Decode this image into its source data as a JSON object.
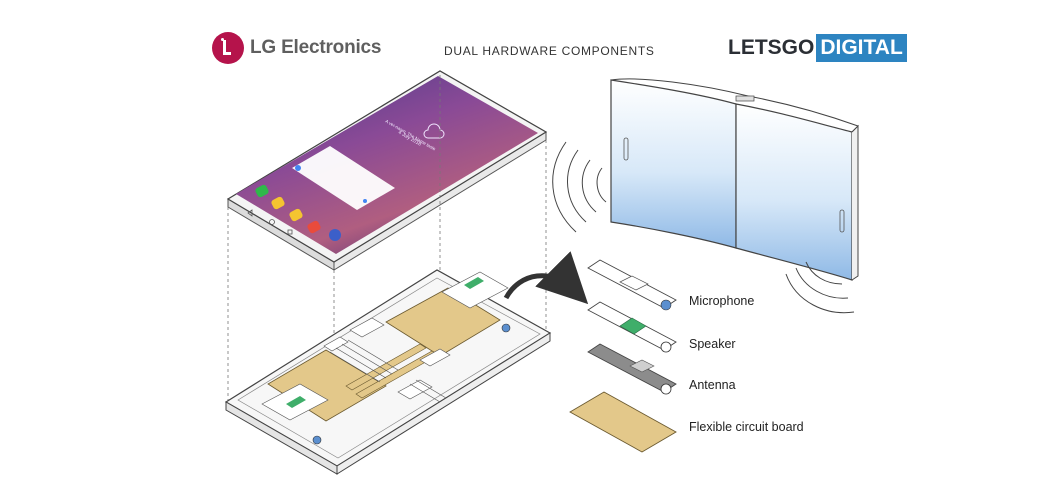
{
  "header": {
    "brand_name": "LG Electronics",
    "title": "DUAL HARDWARE COMPONENTS",
    "source_logo_part1": "LETSGO",
    "source_logo_part2": "DIGITAL"
  },
  "phone_screen": {
    "line1": "A ver-nasm, The Name taste",
    "line2": "4 July 2018"
  },
  "components": [
    {
      "label": "Microphone"
    },
    {
      "label": "Speaker"
    },
    {
      "label": "Antenna"
    },
    {
      "label": "Flexible circuit board"
    }
  ],
  "colors": {
    "lg_red": "#b5134b",
    "letsgo_blue": "#2d84c1",
    "circuit_board": "#e3c88a",
    "screen_gradient": [
      "#5a3f8c",
      "#9a4f8e",
      "#c86a6a"
    ],
    "foldable_gradient": [
      "#ffffff",
      "#9fc4ea"
    ]
  }
}
